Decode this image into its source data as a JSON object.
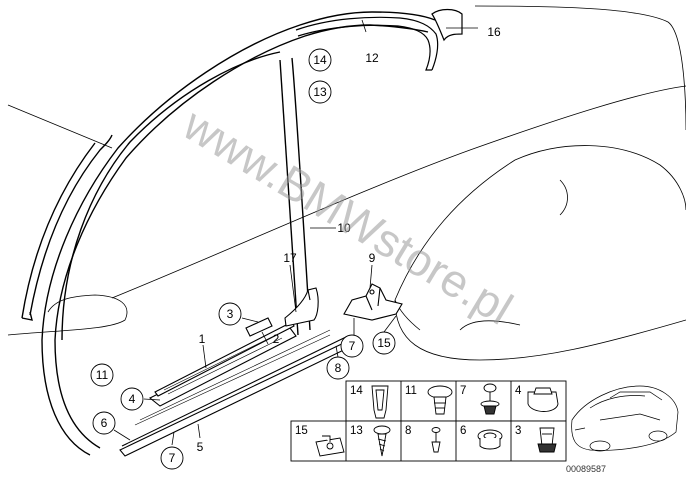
{
  "diagram": {
    "watermark": "www.BMWstore.pl",
    "reference_number": "00089587",
    "callouts": [
      {
        "id": "c14",
        "label": "14",
        "circled": true
      },
      {
        "id": "c13",
        "label": "13",
        "circled": true
      },
      {
        "id": "c12",
        "label": "12",
        "circled": false
      },
      {
        "id": "c16",
        "label": "16",
        "circled": false
      },
      {
        "id": "c10",
        "label": "10",
        "circled": false
      },
      {
        "id": "c9",
        "label": "9",
        "circled": false
      },
      {
        "id": "c17",
        "label": "17",
        "circled": false
      },
      {
        "id": "c3",
        "label": "3",
        "circled": true
      },
      {
        "id": "c1",
        "label": "1",
        "circled": false
      },
      {
        "id": "c2",
        "label": "2",
        "circled": false
      },
      {
        "id": "c7a",
        "label": "7",
        "circled": true
      },
      {
        "id": "c15",
        "label": "15",
        "circled": true
      },
      {
        "id": "c8",
        "label": "8",
        "circled": true
      },
      {
        "id": "c11",
        "label": "11",
        "circled": true
      },
      {
        "id": "c4",
        "label": "4",
        "circled": true
      },
      {
        "id": "c6",
        "label": "6",
        "circled": true
      },
      {
        "id": "c7b",
        "label": "7",
        "circled": true
      },
      {
        "id": "c5",
        "label": "5",
        "circled": false
      }
    ],
    "parts_grid": [
      {
        "label": "14",
        "icon": "clip-tall-icon"
      },
      {
        "label": "11",
        "icon": "pushpin-rivet-icon"
      },
      {
        "label": "7",
        "icon": "expanding-rivet-icon"
      },
      {
        "label": "4",
        "icon": "u-clip-icon"
      },
      {
        "label": "15",
        "icon": "bracket-nut-icon"
      },
      {
        "label": "13",
        "icon": "screw-icon"
      },
      {
        "label": "8",
        "icon": "pin-icon"
      },
      {
        "label": "6",
        "icon": "grommet-icon"
      },
      {
        "label": "3",
        "icon": "clip-nut-icon"
      }
    ]
  }
}
